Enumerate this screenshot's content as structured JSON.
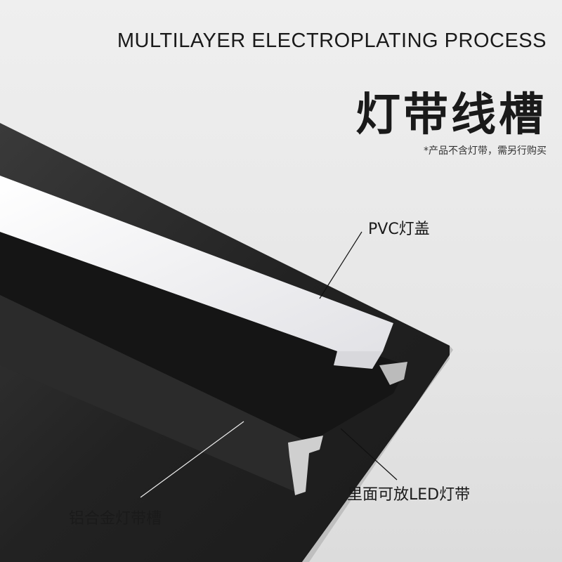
{
  "header": {
    "subtitle": "MULTILAYER ELECTROPLATING PROCESS",
    "title": "灯带线槽",
    "note": "*产品不含灯带，需另行购买"
  },
  "labels": {
    "pvc_cover": "PVC灯盖",
    "aluminum_channel": "铝合金灯带槽",
    "led_space": "里面可放LED灯带"
  }
}
